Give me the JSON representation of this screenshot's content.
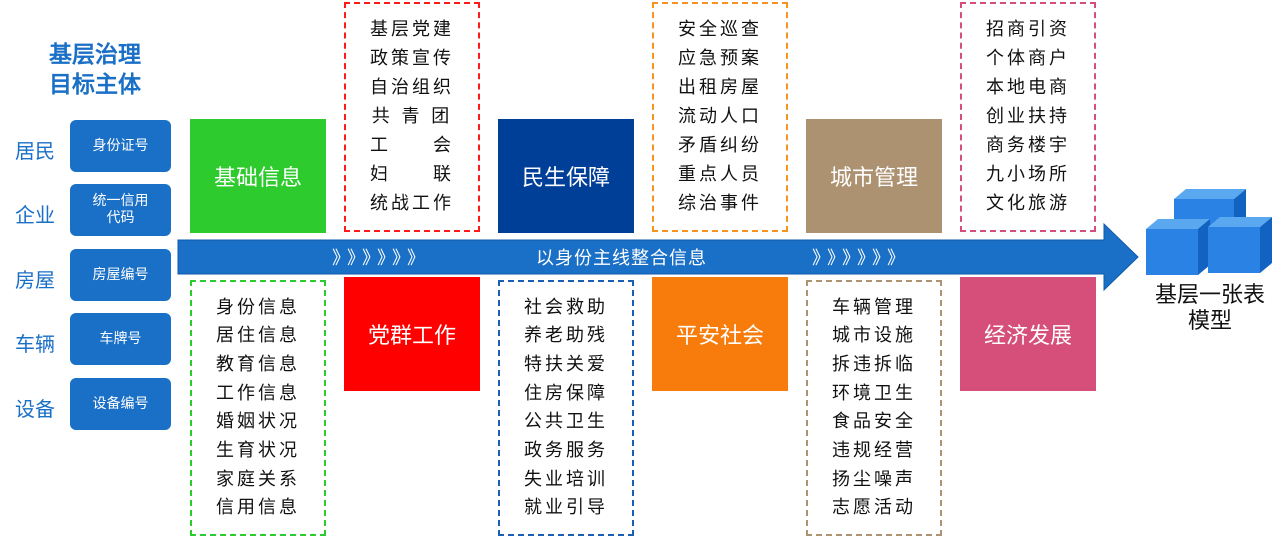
{
  "title": {
    "line1": "基层治理",
    "line2": "目标主体"
  },
  "subjects": [
    {
      "label": "居民",
      "id_label": "身份证号"
    },
    {
      "label": "企业",
      "id_label": "统一信用\n代码"
    },
    {
      "label": "房屋",
      "id_label": "房屋编号"
    },
    {
      "label": "车辆",
      "id_label": "车牌号"
    },
    {
      "label": "设备",
      "id_label": "设备编号"
    }
  ],
  "categories": [
    {
      "label": "基础信息",
      "color": "#2dcb2d"
    },
    {
      "label": "党群工作",
      "color": "#ff0000"
    },
    {
      "label": "民生保障",
      "color": "#003f98"
    },
    {
      "label": "平安社会",
      "color": "#f77c0c"
    },
    {
      "label": "城市管理",
      "color": "#ac9270"
    },
    {
      "label": "经济发展",
      "color": "#d54f7a"
    }
  ],
  "detail_boxes": {
    "basic_info": {
      "color": "#2dcb2d",
      "items": [
        "身份信息",
        "居住信息",
        "教育信息",
        "工作信息",
        "婚姻状况",
        "生育状况",
        "家庭关系",
        "信用信息"
      ]
    },
    "party_work": {
      "color": "#ff1a1a",
      "items": [
        "基层党建",
        "政策宣传",
        "自治组织",
        "共 青 团",
        "工　　会",
        "妇　　联",
        "统战工作"
      ]
    },
    "livelihood": {
      "color": "#1a5fb4",
      "items": [
        "社会救助",
        "养老助残",
        "特扶关爱",
        "住房保障",
        "公共卫生",
        "政务服务",
        "失业培训",
        "就业引导"
      ]
    },
    "safety": {
      "color": "#f7931e",
      "items": [
        "安全巡查",
        "应急预案",
        "出租房屋",
        "流动人口",
        "矛盾纠纷",
        "重点人员",
        "综治事件"
      ]
    },
    "city_mgmt": {
      "color": "#ac9270",
      "items": [
        "车辆管理",
        "城市设施",
        "拆违拆临",
        "环境卫生",
        "食品安全",
        "违规经营",
        "扬尘噪声",
        "志愿活动"
      ]
    },
    "economy": {
      "color": "#d54f7a",
      "items": [
        "招商引资",
        "个体商户",
        "本地电商",
        "创业扶持",
        "商务楼宇",
        "九小场所",
        "文化旅游"
      ]
    }
  },
  "arrow": {
    "left_chevrons": "》》》》》》",
    "text": "以身份主线整合信息",
    "right_chevrons": "》》》》》》",
    "color": "#1a6fc6"
  },
  "model_label": {
    "line1": "基层一张表",
    "line2": "模型"
  },
  "accent": "#1a6fc6"
}
